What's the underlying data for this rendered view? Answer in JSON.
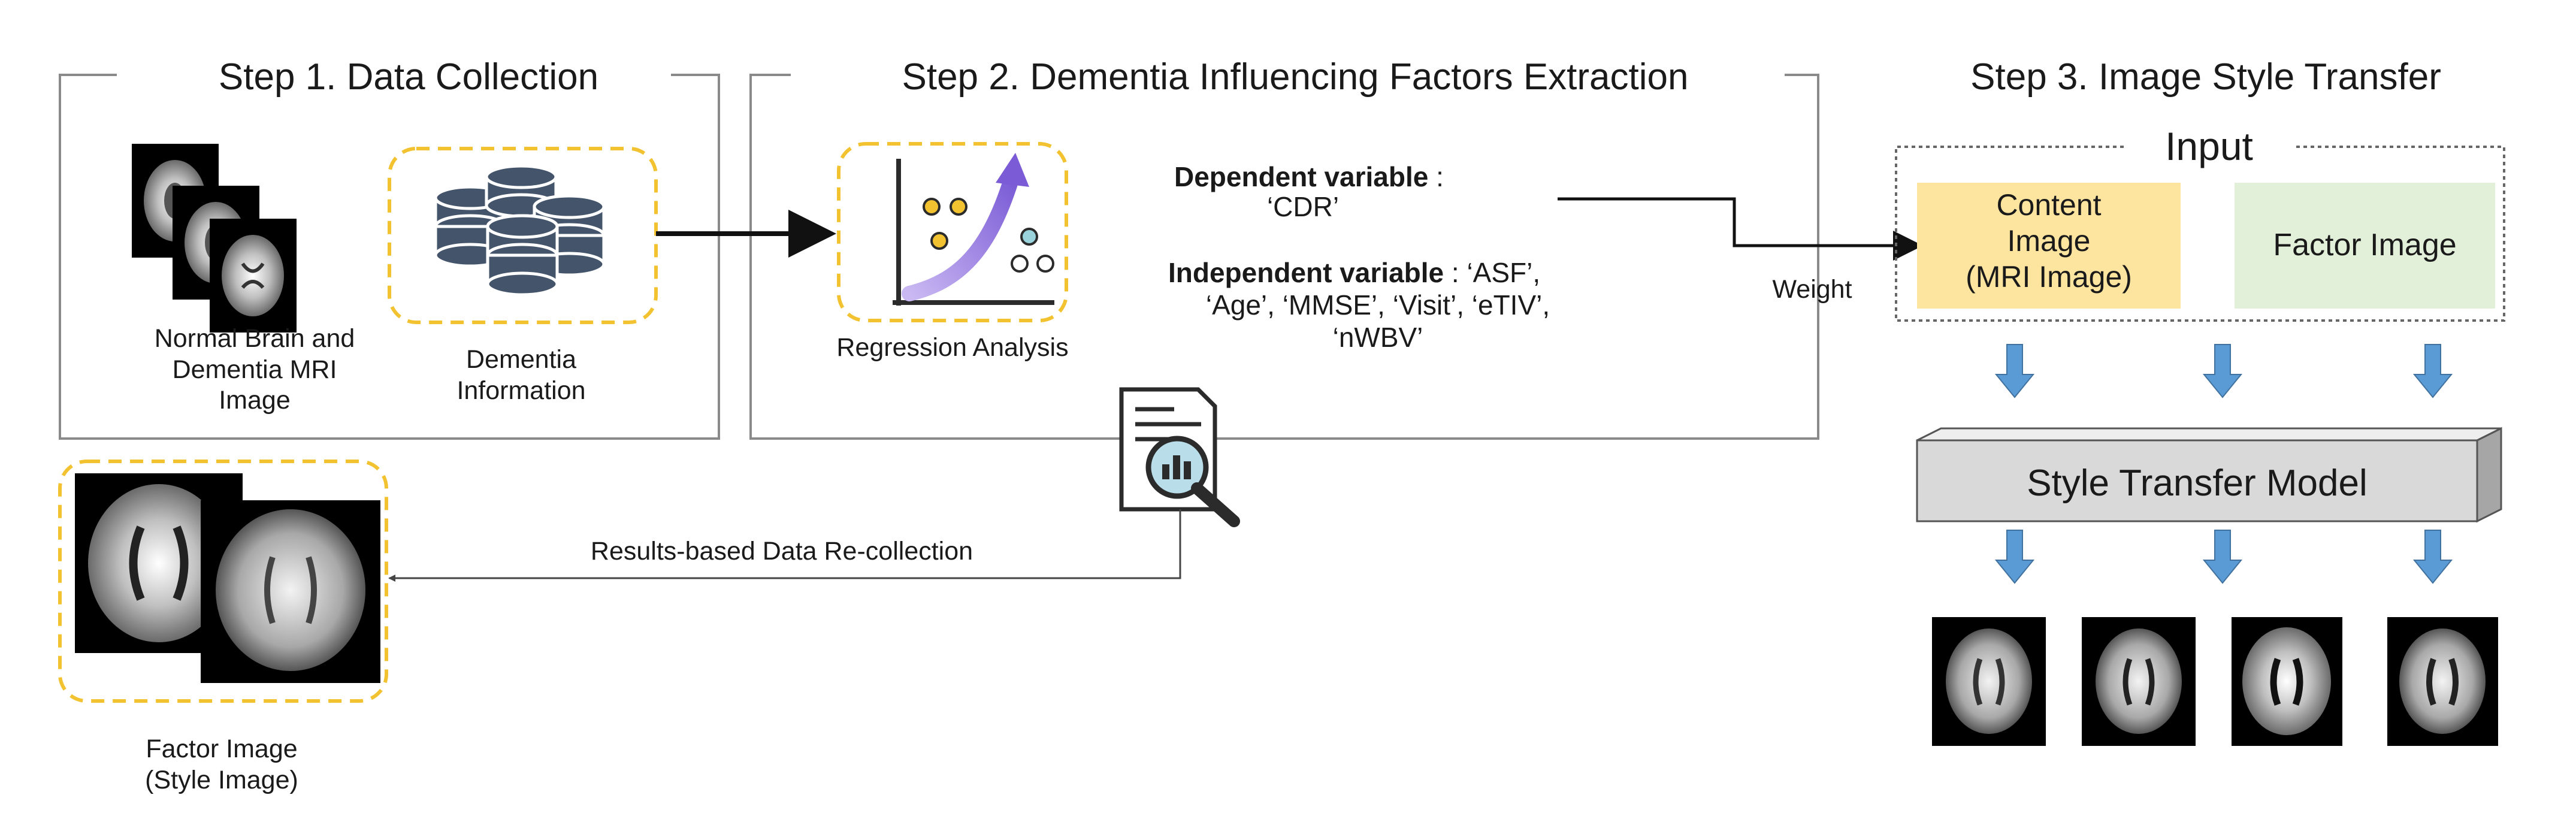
{
  "steps": {
    "step1_title": "Step 1. Data Collection",
    "step2_title": "Step 2. Dementia Influencing Factors Extraction",
    "step3_title": "Step 3. Image Style Transfer"
  },
  "step1": {
    "mri_label_lines": [
      "Normal Brain and",
      "Dementia MRI",
      "Image"
    ],
    "db_label_lines": [
      "Dementia",
      "Information"
    ]
  },
  "step2": {
    "regression_label": "Regression Analysis",
    "dependent_label": "Dependent variable",
    "dependent_sep": " :",
    "dependent_value": "‘CDR’",
    "independent_label": "Independent variable",
    "independent_line1": " : ‘ASF’,",
    "independent_line2": "‘Age’, ‘MMSE’, ‘Visit’, ‘eTIV’,",
    "independent_line3": "‘nWBV’"
  },
  "connectors": {
    "weight_label": "Weight",
    "recollection_label": "Results-based Data Re-collection"
  },
  "factor_image": {
    "label_lines": [
      "Factor Image",
      "(Style Image)"
    ]
  },
  "step3": {
    "input_label": "Input",
    "content_lines": [
      "Content",
      "Image",
      "(MRI Image)"
    ],
    "factor_label": "Factor Image",
    "model_label": "Style Transfer Model"
  },
  "colors": {
    "dashed_highlight": "#f2c230",
    "content_fill": "#fde5a0",
    "factor_fill": "#e2efd9",
    "arrow_blue": "#5b9bd5",
    "db_dark": "#44546a",
    "model_fill": "#d9d9d9"
  },
  "icons": [
    "brain-mri-icon",
    "database-icon",
    "regression-chart-icon",
    "report-search-icon",
    "down-arrow-icon"
  ]
}
